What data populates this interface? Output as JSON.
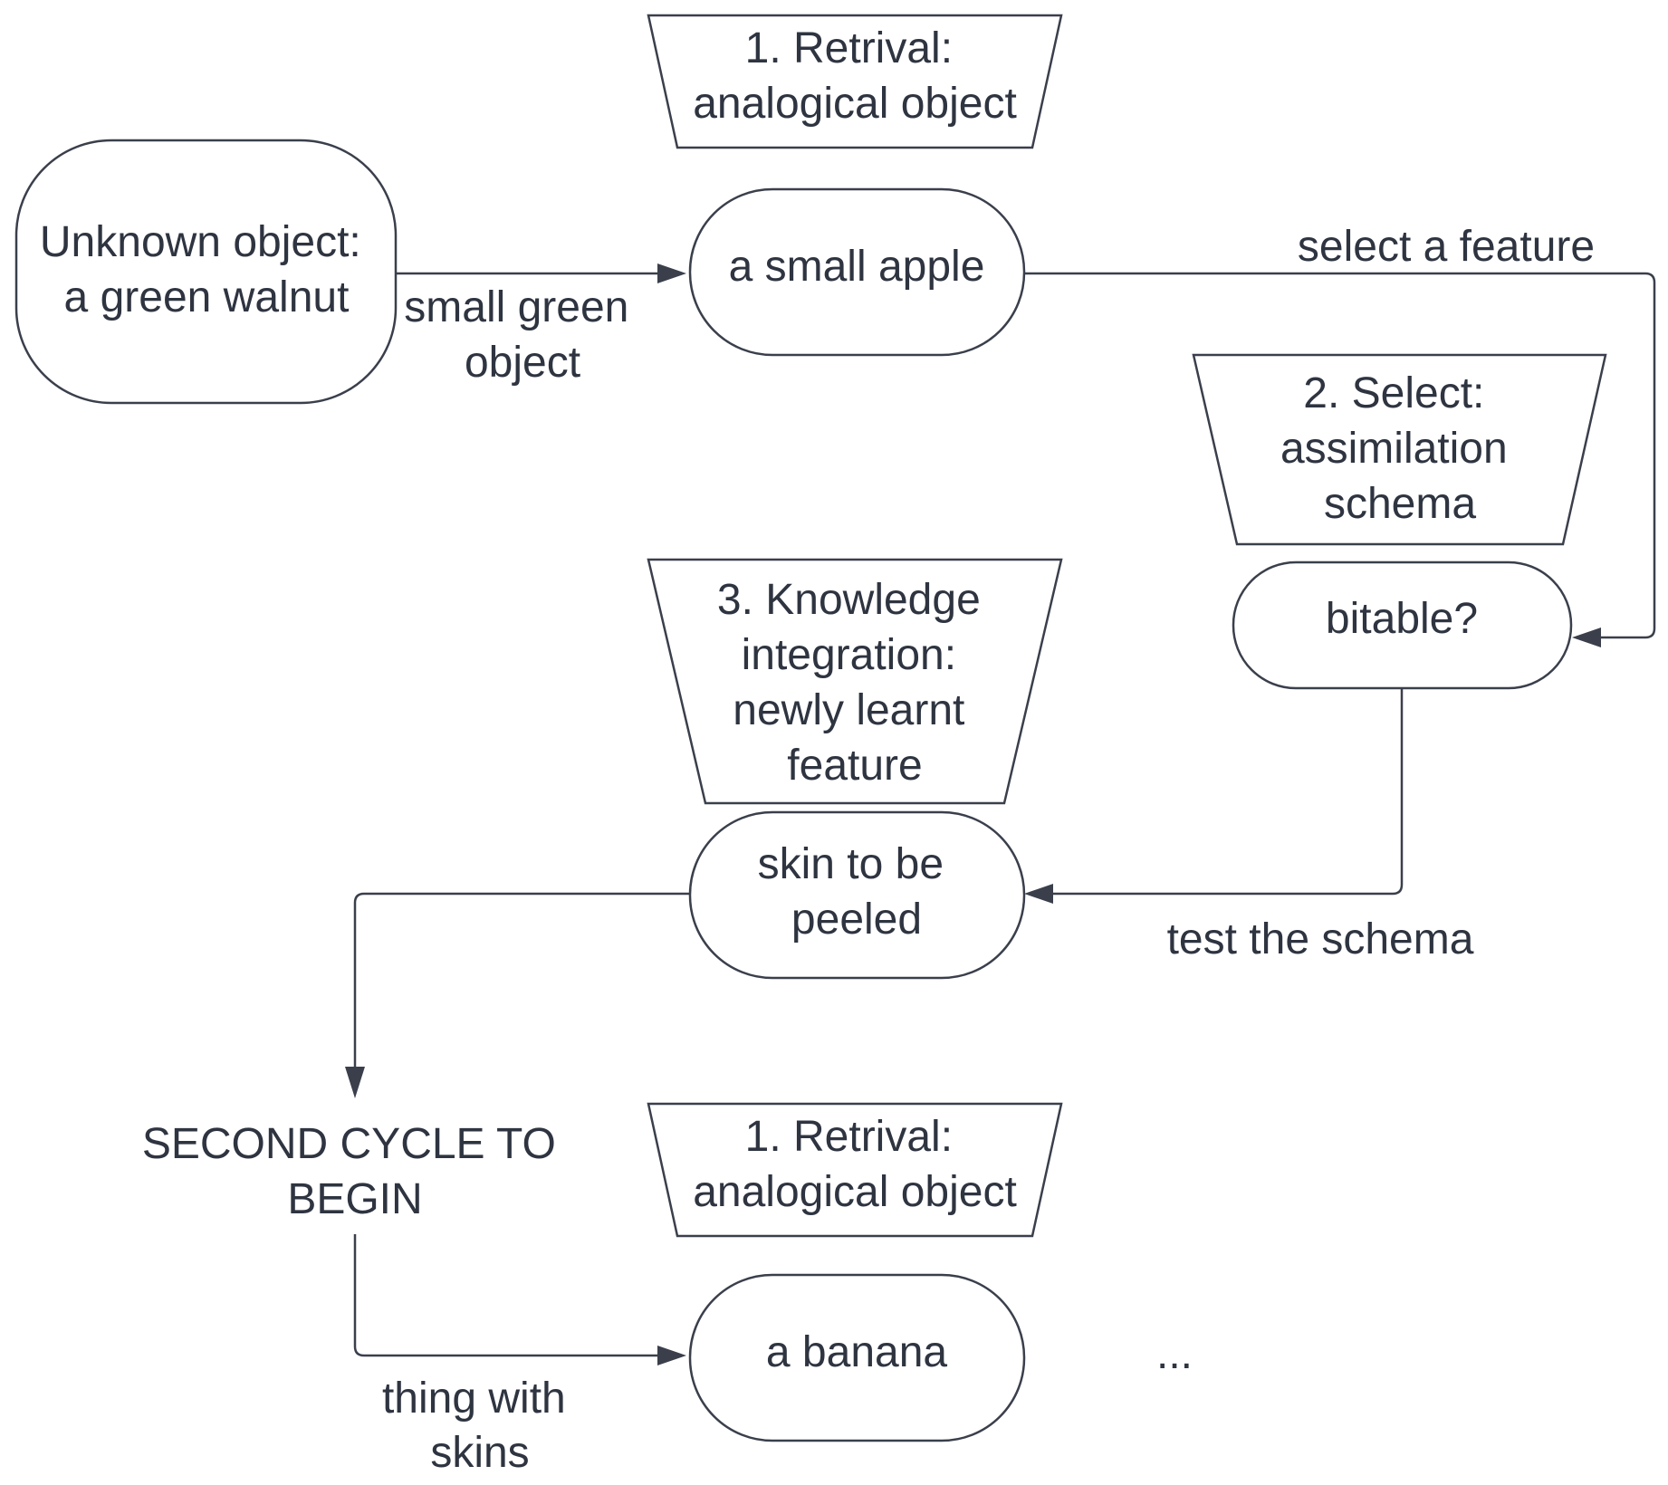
{
  "nodes": {
    "unknown": [
      "Unknown object:",
      "a green walnut"
    ],
    "apple": [
      "a small apple"
    ],
    "bitable": [
      "bitable?"
    ],
    "skin": [
      "skin to be",
      "peeled"
    ],
    "banana": [
      "a banana"
    ],
    "second_cycle": [
      "SECOND CYCLE TO",
      "BEGIN"
    ],
    "ellipsis": [
      "..."
    ]
  },
  "stages": {
    "retrieval_1": [
      "1. Retrival:",
      "analogical object"
    ],
    "select_2": [
      "2. Select:",
      "assimilation",
      "schema"
    ],
    "integration_3": [
      "3. Knowledge",
      "integration:",
      "newly learnt",
      "feature"
    ],
    "retrieval_1_again": [
      "1. Retrival:",
      "analogical object"
    ]
  },
  "edge_labels": {
    "small_green_object": [
      "small green",
      "object"
    ],
    "select_a_feature": [
      "select a feature"
    ],
    "test_the_schema": [
      "test the schema"
    ],
    "thing_with_skins": [
      "thing with",
      "skins"
    ]
  }
}
